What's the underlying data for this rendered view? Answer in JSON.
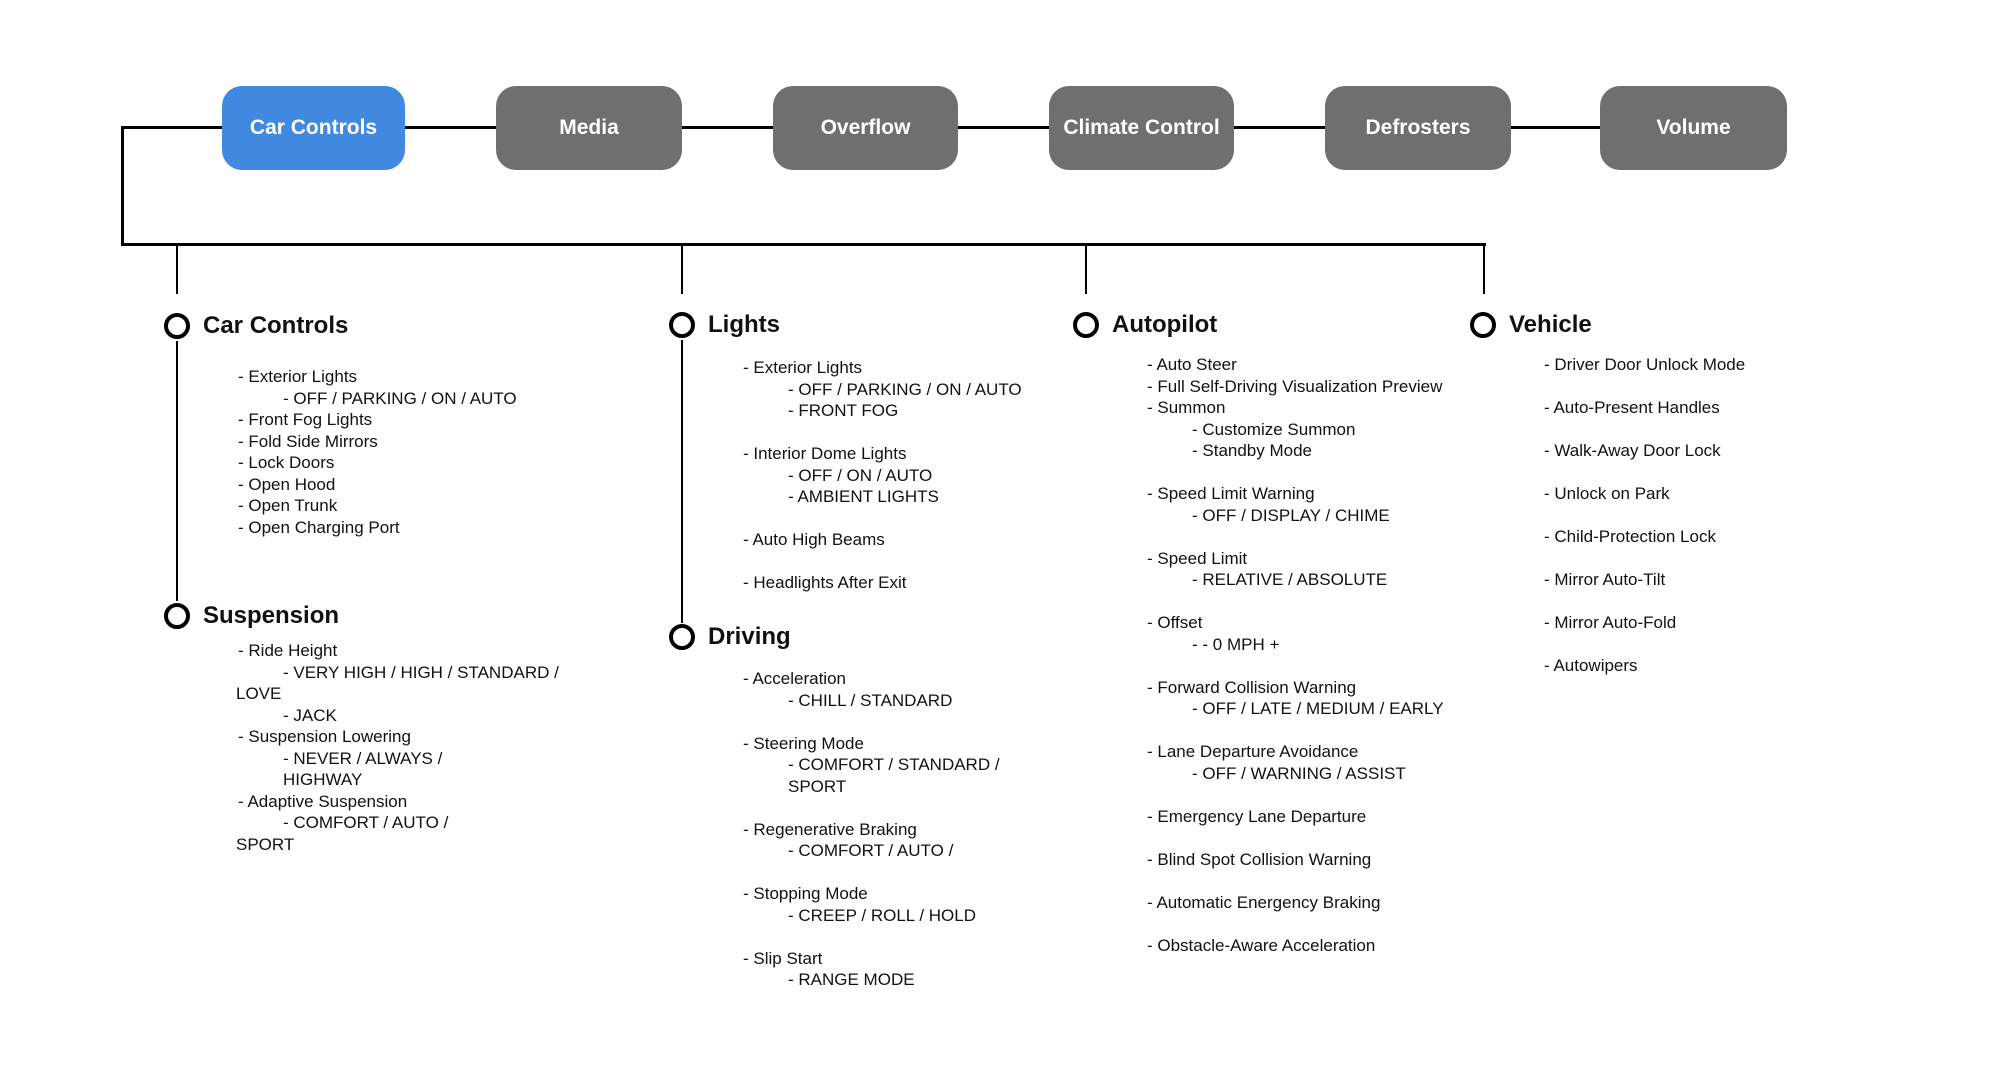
{
  "colors": {
    "background": "#ffffff",
    "line": "#000000",
    "text": "#111111",
    "tab_text": "#ffffff",
    "active_tab_bg": "#4189e0",
    "inactive_tab_bg": "#6f6f6f"
  },
  "diagram": {
    "tabs": [
      {
        "label": "Car Controls",
        "active": true
      },
      {
        "label": "Media",
        "active": false
      },
      {
        "label": "Overflow",
        "active": false
      },
      {
        "label": "Climate Control",
        "active": false
      },
      {
        "label": "Defrosters",
        "active": false
      },
      {
        "label": "Volume",
        "active": false
      }
    ],
    "sections": [
      {
        "title": "Car Controls",
        "lines": [
          {
            "t": "- Exterior Lights",
            "i": 1
          },
          {
            "t": "- OFF / PARKING / ON / AUTO",
            "i": 2
          },
          {
            "t": "- Front Fog Lights",
            "i": 1
          },
          {
            "t": "- Fold Side Mirrors",
            "i": 1
          },
          {
            "t": "- Lock Doors",
            "i": 1
          },
          {
            "t": "- Open Hood",
            "i": 1
          },
          {
            "t": "- Open Trunk",
            "i": 1
          },
          {
            "t": "- Open Charging Port",
            "i": 1
          }
        ]
      },
      {
        "title": "Suspension",
        "lines": [
          {
            "t": "- Ride Height",
            "i": 1
          },
          {
            "t": "- VERY HIGH / HIGH / STANDARD /",
            "i": 2
          },
          {
            "t": "LOVE",
            "i": 0
          },
          {
            "t": "- JACK",
            "i": 2
          },
          {
            "t": "- Suspension Lowering",
            "i": 1
          },
          {
            "t": "- NEVER / ALWAYS /",
            "i": 2
          },
          {
            "t": "HIGHWAY",
            "i": 2
          },
          {
            "t": "- Adaptive Suspension",
            "i": 1
          },
          {
            "t": "- COMFORT / AUTO /",
            "i": 2
          },
          {
            "t": "SPORT",
            "i": 0
          }
        ]
      },
      {
        "title": "Lights",
        "lines": [
          {
            "t": "- Exterior Lights",
            "i": 1
          },
          {
            "t": "- OFF / PARKING / ON / AUTO",
            "i": 2
          },
          {
            "t": "- FRONT FOG",
            "i": 2
          },
          {
            "t": "",
            "i": 1
          },
          {
            "t": "- Interior Dome Lights",
            "i": 1
          },
          {
            "t": "- OFF / ON / AUTO",
            "i": 2
          },
          {
            "t": "- AMBIENT LIGHTS",
            "i": 2
          },
          {
            "t": "",
            "i": 1
          },
          {
            "t": "- Auto High Beams",
            "i": 1
          },
          {
            "t": "",
            "i": 1
          },
          {
            "t": "- Headlights After Exit",
            "i": 1
          }
        ]
      },
      {
        "title": "Driving",
        "lines": [
          {
            "t": "- Acceleration",
            "i": 1
          },
          {
            "t": "- CHILL / STANDARD",
            "i": 2
          },
          {
            "t": "",
            "i": 1
          },
          {
            "t": "- Steering Mode",
            "i": 1
          },
          {
            "t": "- COMFORT / STANDARD /",
            "i": 2
          },
          {
            "t": "SPORT",
            "i": 2
          },
          {
            "t": "",
            "i": 1
          },
          {
            "t": "- Regenerative Braking",
            "i": 1
          },
          {
            "t": "- COMFORT / AUTO /",
            "i": 2
          },
          {
            "t": "",
            "i": 1
          },
          {
            "t": "- Stopping Mode",
            "i": 1
          },
          {
            "t": "- CREEP / ROLL / HOLD",
            "i": 2
          },
          {
            "t": "",
            "i": 1
          },
          {
            "t": "- Slip Start",
            "i": 1
          },
          {
            "t": "- RANGE MODE",
            "i": 2
          }
        ]
      },
      {
        "title": "Autopilot",
        "lines": [
          {
            "t": "- Auto Steer",
            "i": 1
          },
          {
            "t": "- Full Self-Driving Visualization Preview",
            "i": 1
          },
          {
            "t": "- Summon",
            "i": 1
          },
          {
            "t": "- Customize Summon",
            "i": 2
          },
          {
            "t": "- Standby Mode",
            "i": 2
          },
          {
            "t": "",
            "i": 1
          },
          {
            "t": "- Speed Limit Warning",
            "i": 1
          },
          {
            "t": "- OFF / DISPLAY / CHIME",
            "i": 2
          },
          {
            "t": "",
            "i": 1
          },
          {
            "t": "- Speed Limit",
            "i": 1
          },
          {
            "t": "- RELATIVE / ABSOLUTE",
            "i": 2
          },
          {
            "t": "",
            "i": 1
          },
          {
            "t": "- Offset",
            "i": 1
          },
          {
            "t": "- - 0 MPH +",
            "i": 2
          },
          {
            "t": "",
            "i": 1
          },
          {
            "t": "- Forward Collision Warning",
            "i": 1
          },
          {
            "t": "- OFF / LATE / MEDIUM / EARLY",
            "i": 2
          },
          {
            "t": "",
            "i": 1
          },
          {
            "t": "- Lane Departure Avoidance",
            "i": 1
          },
          {
            "t": "- OFF / WARNING / ASSIST",
            "i": 2
          },
          {
            "t": "",
            "i": 1
          },
          {
            "t": "- Emergency Lane Departure",
            "i": 1
          },
          {
            "t": "",
            "i": 1
          },
          {
            "t": "- Blind Spot Collision Warning",
            "i": 1
          },
          {
            "t": "",
            "i": 1
          },
          {
            "t": "- Automatic Energency Braking",
            "i": 1
          },
          {
            "t": "",
            "i": 1
          },
          {
            "t": "- Obstacle-Aware Acceleration",
            "i": 1
          }
        ]
      },
      {
        "title": "Vehicle",
        "lines": [
          {
            "t": "- Driver Door Unlock Mode",
            "i": 1
          },
          {
            "t": "",
            "i": 1
          },
          {
            "t": "- Auto-Present Handles",
            "i": 1
          },
          {
            "t": "",
            "i": 1
          },
          {
            "t": "- Walk-Away Door Lock",
            "i": 1
          },
          {
            "t": "",
            "i": 1
          },
          {
            "t": "- Unlock on Park",
            "i": 1
          },
          {
            "t": "",
            "i": 1
          },
          {
            "t": "- Child-Protection Lock",
            "i": 1
          },
          {
            "t": "",
            "i": 1
          },
          {
            "t": "- Mirror Auto-Tilt",
            "i": 1
          },
          {
            "t": "",
            "i": 1
          },
          {
            "t": "- Mirror Auto-Fold",
            "i": 1
          },
          {
            "t": "",
            "i": 1
          },
          {
            "t": "- Autowipers",
            "i": 1
          }
        ]
      }
    ]
  }
}
